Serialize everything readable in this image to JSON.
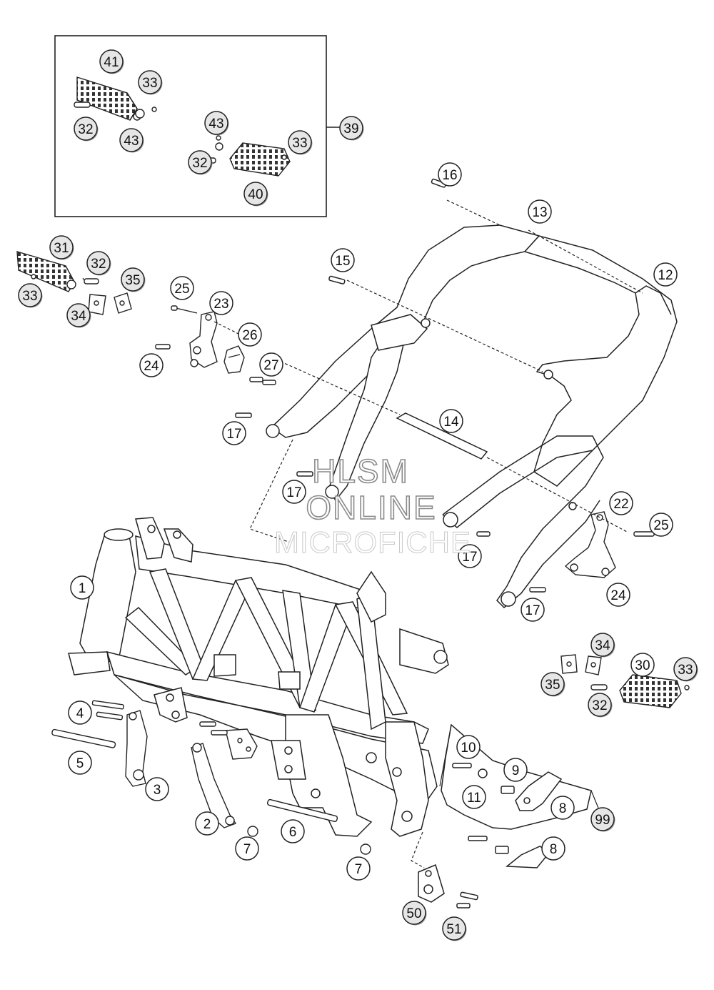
{
  "watermark": {
    "line1": "HLSM",
    "line2": "ONLINE",
    "line3": "MICROFICHE"
  },
  "callouts": {
    "c1": {
      "text": "1",
      "shape": "circle"
    },
    "c2": {
      "text": "2",
      "shape": "circle"
    },
    "c3": {
      "text": "3",
      "shape": "circle"
    },
    "c4": {
      "text": "4",
      "shape": "circle"
    },
    "c5": {
      "text": "5",
      "shape": "circle"
    },
    "c6": {
      "text": "6",
      "shape": "circle"
    },
    "c7a": {
      "text": "7",
      "shape": "circle"
    },
    "c7b": {
      "text": "7",
      "shape": "circle"
    },
    "c8a": {
      "text": "8",
      "shape": "circle"
    },
    "c8b": {
      "text": "8",
      "shape": "circle"
    },
    "c9": {
      "text": "9",
      "shape": "circle"
    },
    "c10": {
      "text": "10",
      "shape": "circle"
    },
    "c11": {
      "text": "11",
      "shape": "circle"
    },
    "c12": {
      "text": "12",
      "shape": "circle"
    },
    "c13": {
      "text": "13",
      "shape": "circle"
    },
    "c14": {
      "text": "14",
      "shape": "circle"
    },
    "c15": {
      "text": "15",
      "shape": "circle"
    },
    "c16": {
      "text": "16",
      "shape": "circle"
    },
    "c17a": {
      "text": "17",
      "shape": "circle"
    },
    "c17b": {
      "text": "17",
      "shape": "circle"
    },
    "c17c": {
      "text": "17",
      "shape": "circle"
    },
    "c17d": {
      "text": "17",
      "shape": "circle"
    },
    "c22": {
      "text": "22",
      "shape": "circle"
    },
    "c23": {
      "text": "23",
      "shape": "circle"
    },
    "c24a": {
      "text": "24",
      "shape": "circle"
    },
    "c24b": {
      "text": "24",
      "shape": "circle"
    },
    "c25a": {
      "text": "25",
      "shape": "circle"
    },
    "c25b": {
      "text": "25",
      "shape": "circle"
    },
    "c26": {
      "text": "26",
      "shape": "circle"
    },
    "c27": {
      "text": "27",
      "shape": "circle"
    },
    "c30": {
      "text": "30",
      "shape": "circle"
    },
    "c31": {
      "text": "31",
      "shape": "filled-circle"
    },
    "c32a": {
      "text": "32",
      "shape": "filled-circle"
    },
    "c32b": {
      "text": "32",
      "shape": "filled-circle"
    },
    "c32c": {
      "text": "32",
      "shape": "filled-circle"
    },
    "c32d": {
      "text": "32",
      "shape": "filled-circle"
    },
    "c33a": {
      "text": "33",
      "shape": "filled-circle"
    },
    "c33b": {
      "text": "33",
      "shape": "filled-circle"
    },
    "c33c": {
      "text": "33",
      "shape": "filled-circle"
    },
    "c33d": {
      "text": "33",
      "shape": "filled-circle"
    },
    "c34a": {
      "text": "34",
      "shape": "filled-circle"
    },
    "c34b": {
      "text": "34",
      "shape": "filled-circle"
    },
    "c35a": {
      "text": "35",
      "shape": "filled-circle"
    },
    "c35b": {
      "text": "35",
      "shape": "filled-circle"
    },
    "c39": {
      "text": "39",
      "shape": "filled-circle"
    },
    "c40": {
      "text": "40",
      "shape": "filled-circle"
    },
    "c41": {
      "text": "41",
      "shape": "filled-circle"
    },
    "c43a": {
      "text": "43",
      "shape": "filled-circle"
    },
    "c43b": {
      "text": "43",
      "shape": "filled-circle"
    },
    "c50": {
      "text": "50",
      "shape": "filled-circle"
    },
    "c51": {
      "text": "51",
      "shape": "filled-circle"
    },
    "c99": {
      "text": "99",
      "shape": "filled-circle"
    }
  },
  "colors": {
    "line": "#222222",
    "light_fill": "#e6e6e6",
    "watermark_stroke": "#8a8a8a"
  }
}
